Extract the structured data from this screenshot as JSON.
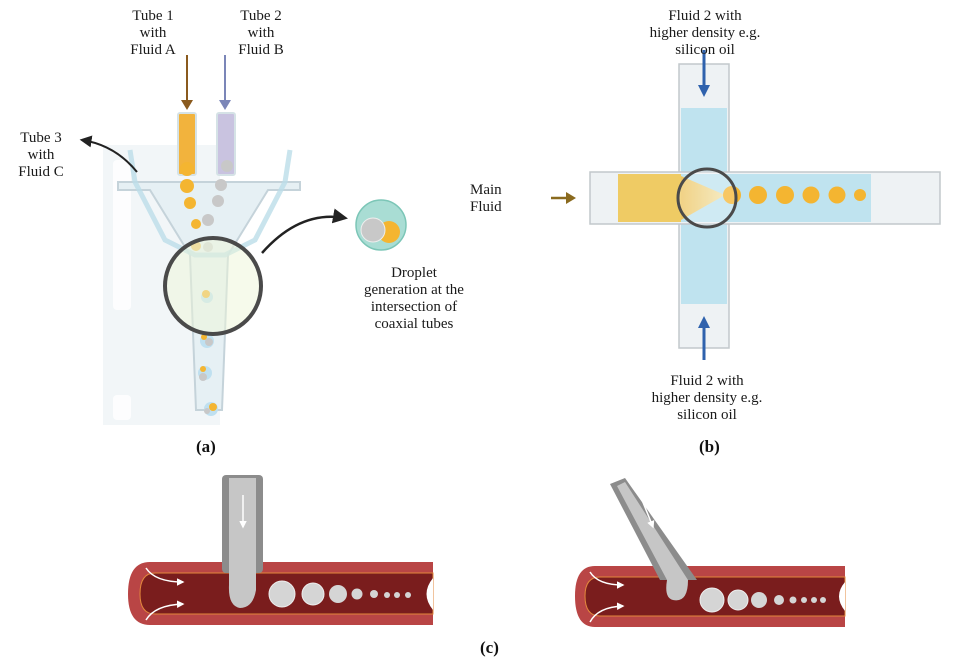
{
  "panel_a": {
    "caption": "(a)",
    "tube1_label": [
      "Tube 1",
      "with",
      "Fluid A"
    ],
    "tube2_label": [
      "Tube 2",
      "with",
      "Fluid B"
    ],
    "tube3_label": [
      "Tube 3",
      "with",
      "Fluid C"
    ],
    "droplet_label": [
      "Droplet",
      "generation at the",
      "intersection of",
      "coaxial tubes"
    ]
  },
  "panel_b": {
    "caption": "(b)",
    "main_fluid_label": [
      "Main",
      "Fluid"
    ],
    "top_label": [
      "Fluid 2 with",
      "higher density e.g.",
      "silicon oil"
    ],
    "bottom_label": [
      "Fluid 2 with",
      "higher density e.g.",
      "silicon oil"
    ]
  },
  "panel_c": {
    "caption": "(c)"
  },
  "colors": {
    "fluid_a": "#f2b33d",
    "fluid_b": "#c9c3e0",
    "fluid_c": "#bfe3ef",
    "arrow_a": "#8a5a1e",
    "arrow_b": "#7b86b8",
    "arrow_blue": "#2f62ad",
    "vessel": "#a93a3a",
    "vessel_inner": "#7a1d1d"
  }
}
